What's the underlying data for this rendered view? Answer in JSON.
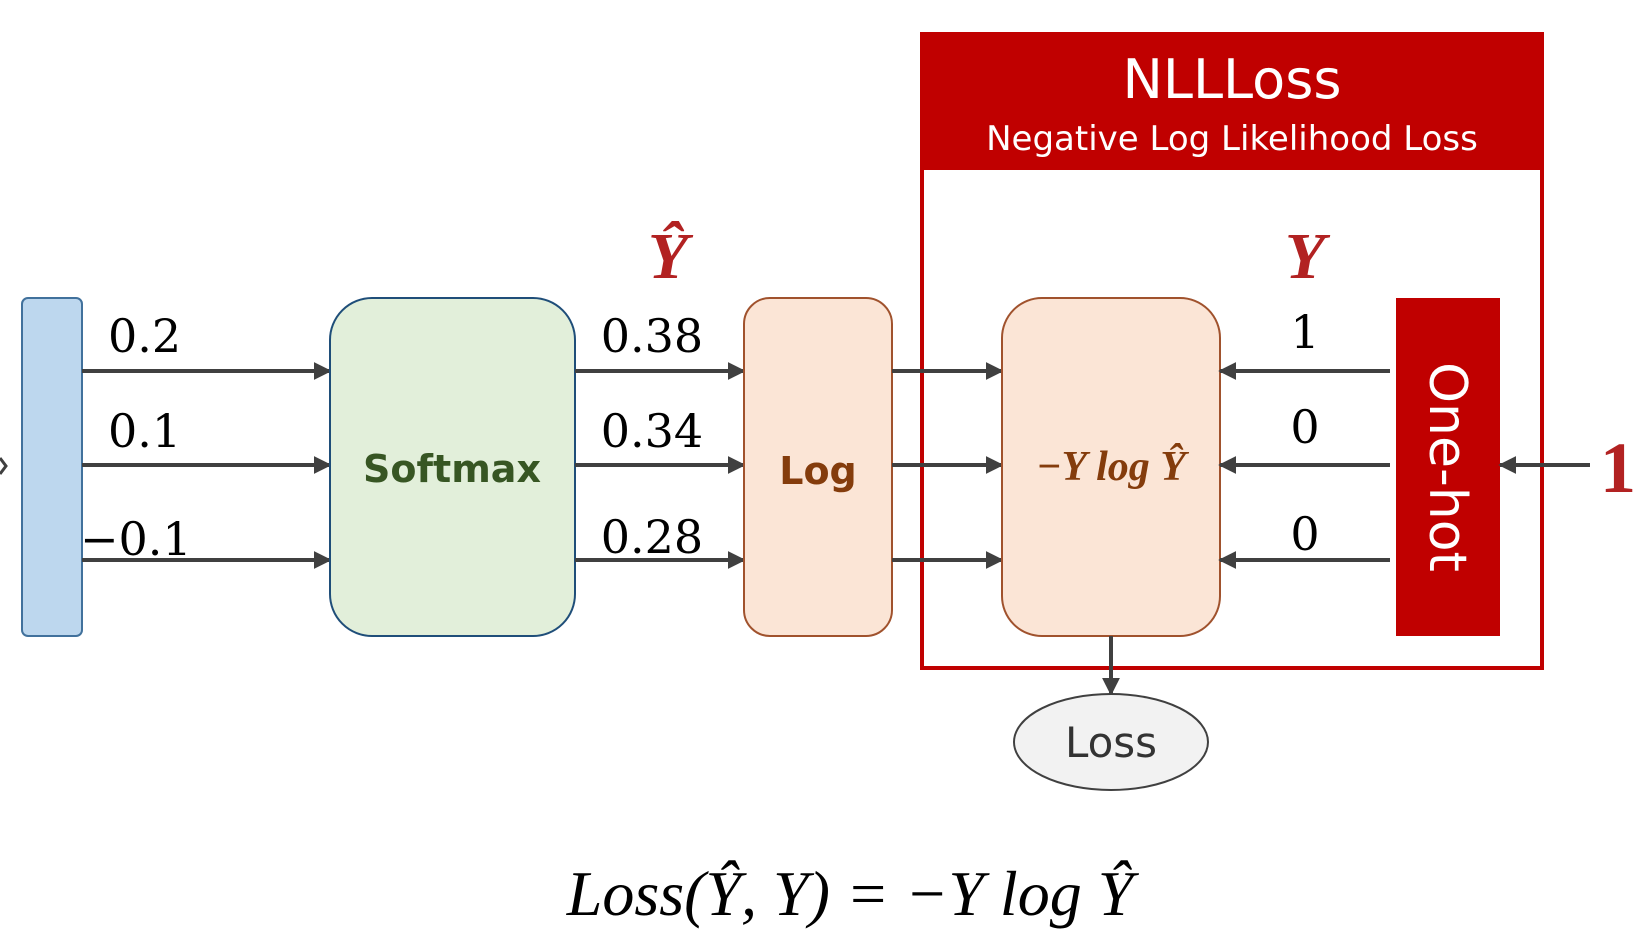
{
  "colors": {
    "accent_red": "#c00000",
    "title_red": "#b22222",
    "arrow": "#404040",
    "input_fill": "#bdd7ee",
    "input_stroke": "#41719c",
    "softmax_fill": "#e2efda",
    "softmax_stroke": "#1f4e79",
    "softmax_text": "#375623",
    "log_fill": "#fbe5d6",
    "log_stroke": "#a0522d",
    "log_text": "#843c0c",
    "loss_fill": "#f2f2f2"
  },
  "inputs": [
    "0.2",
    "0.1",
    "−0.1"
  ],
  "yhat_label": "Ŷ",
  "yhat": [
    "0.38",
    "0.34",
    "0.28"
  ],
  "softmax_label": "Softmax",
  "log_label": "Log",
  "nll": {
    "title": "NLLLoss",
    "subtitle": "Negative Log Likelihood Loss",
    "expression": "−Y log Ŷ"
  },
  "y_label": "Y",
  "y_values": [
    "1",
    "0",
    "0"
  ],
  "onehot_label": "One-hot",
  "target": "1",
  "loss_label": "Loss",
  "formula": "Loss(Ŷ, Y) = −Y log Ŷ"
}
